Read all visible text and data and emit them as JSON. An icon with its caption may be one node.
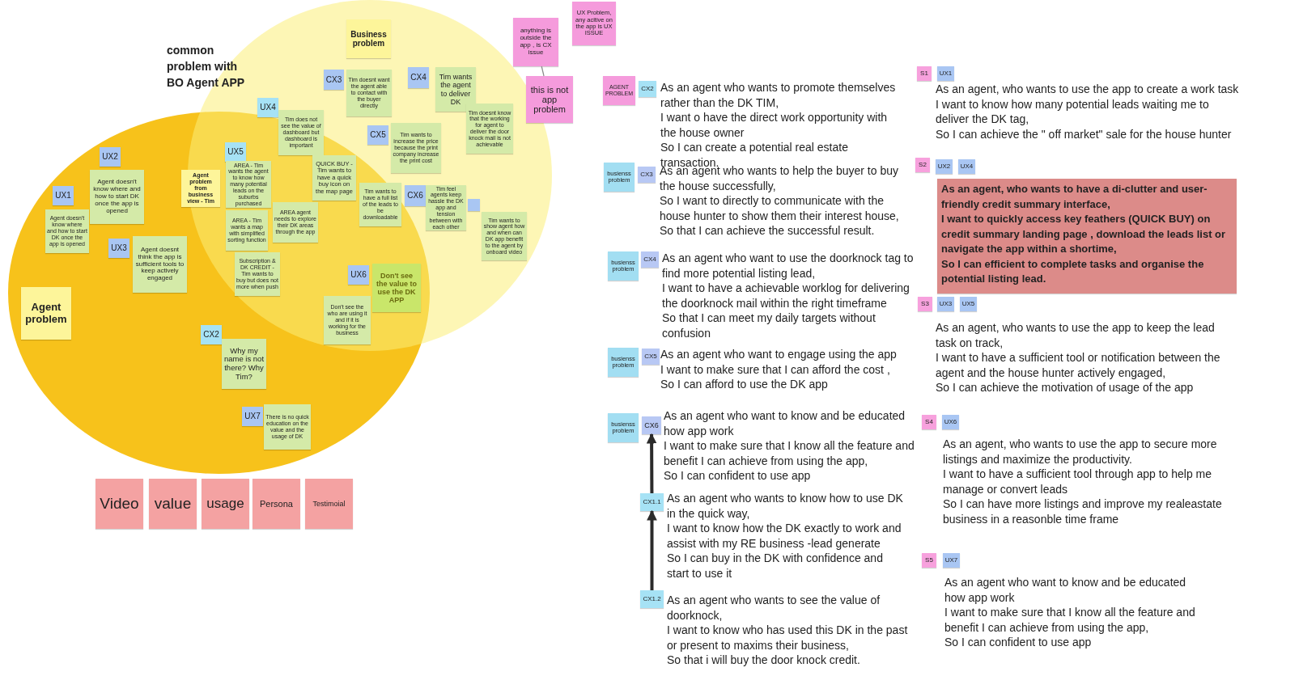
{
  "diagram": {
    "nodes": [
      {
        "text": [],
        "shape": "circle"
      },
      {
        "text": [],
        "shape": "circle"
      },
      {
        "text": [
          "Agent problem"
        ],
        "in": 0
      },
      {
        "text": [
          "UX1"
        ],
        "in": 0
      },
      {
        "text": [
          "Agent doesn't know where and how to start DK once the app is opened"
        ],
        "in": 0
      },
      {
        "text": [
          "UX2"
        ],
        "in": 0
      },
      {
        "text": [
          "Agent doesn't know where and how to start DK once the app is opened"
        ],
        "in": 0
      },
      {
        "text": [
          "UX3"
        ],
        "in": 0
      },
      {
        "text": [
          "Agent doesnt think the app is sufficient tools to keep actively engaged"
        ],
        "in": 0
      },
      {
        "text": [
          "CX2"
        ],
        "in": 0
      },
      {
        "text": [
          "Why my name is not there? Why Tim?"
        ],
        "in": 0
      },
      {
        "text": [
          "UX7"
        ],
        "in": 0
      },
      {
        "text": [
          "There is no quick education on the value and the usage of DK"
        ],
        "in": 0
      },
      {
        "text": [
          "Business problem"
        ],
        "in": 1
      },
      {
        "text": [
          "CX3"
        ],
        "in": 1
      },
      {
        "text": [
          "Tim doesnt want the agent able to contact with the buyer directly"
        ],
        "in": 1
      },
      {
        "text": [
          "CX4"
        ],
        "in": 1
      },
      {
        "text": [
          "Tim wants the agent to deliver DK"
        ],
        "in": 1
      },
      {
        "text": [
          "Tim doesnt know that the working for agent to deliver the door knock mail is not achievable"
        ],
        "in": 1
      },
      {
        "text": [
          "CX5"
        ],
        "in": 1
      },
      {
        "text": [
          "Tim wants to increase the price because the print company increase the print cost"
        ],
        "in": 1
      },
      {
        "text": [
          "CX6"
        ],
        "in": 1
      },
      {
        "text": [
          "Tim feel agents keep hassle the DK app and tension between with each other"
        ],
        "in": 1
      },
      {
        "text": [],
        "shape": "box",
        "in": 1
      },
      {
        "text": [
          "Tim wants to show agent how and when can DK app benefit to the agent by onboard video"
        ],
        "in": 1
      },
      {
        "text": [
          "UX4"
        ],
        "in": 1
      },
      {
        "text": [
          "Tim does not see the value of dashboard but dashboard is important"
        ]
      },
      {
        "text": [
          "Agent problem from business view - Tim"
        ],
        "in": 0
      },
      {
        "text": [
          "UX5"
        ]
      },
      {
        "text": [
          "AREA - Tim wants the agent to know how many potential leads on the suburbs purchased"
        ]
      },
      {
        "text": [
          "AREA - Tim wants a map with simplified sorting function"
        ]
      },
      {
        "text": [
          "AREA agent needs to explore their DK areas through the app"
        ]
      },
      {
        "text": [
          "Subscription & DK CREDIT - Tim wants to buy but does not more when push"
        ]
      },
      {
        "text": [
          "QUICK BUY - Tim wants to have a quick buy icon on the map page"
        ]
      },
      {
        "text": [
          "Tim wants to have a full list of the leads to be downloadable"
        ]
      },
      {
        "text": [
          "UX6"
        ]
      },
      {
        "text": [
          "Don't see the value to use the DK APP"
        ]
      },
      {
        "text": [
          "Don't see the who are using it and if it is working for the business"
        ]
      },
      {
        "text": [
          "anything is outside the app , is CX issue"
        ]
      },
      {
        "text": [
          "this is not app problem"
        ]
      },
      {
        "text": [
          "UX Problem, any acitive on the app is UX ISSUE"
        ]
      },
      {
        "text": [
          "Video"
        ]
      },
      {
        "text": [
          "value"
        ]
      },
      {
        "text": [
          "usage"
        ]
      },
      {
        "text": [
          "Persona"
        ]
      },
      {
        "text": [
          "Testimoial"
        ]
      },
      {
        "text": [
          "AGENT PROBLEM"
        ]
      },
      {
        "text": [
          "CX2"
        ],
        "beside": [
          "As an agent who wants to promote themselves rather than the DK TIM,",
          "I want o have the direct work opportunity with the house owner",
          "So I can create a potential real estate transaction."
        ]
      },
      {
        "text": [
          "busienss problem"
        ]
      },
      {
        "text": [
          "CX3"
        ],
        "beside": [
          "As an agent who wants to help the buyer to buy the house successfully,",
          "So I want to directly to communicate with the house hunter to show them their interest house,",
          "So that I can achieve the successful result."
        ]
      },
      {
        "text": [
          "busienss problem"
        ]
      },
      {
        "text": [
          "CX4"
        ],
        "beside": [
          "As an agent who want to use the doorknock tag to find more potential listing lead,",
          "I want to have a achievable worklog for delivering the doorknock mail within the right timeframe",
          "So that I can meet my daily targets without confusion"
        ]
      },
      {
        "text": [
          "busienss problem"
        ]
      },
      {
        "text": [
          "CX5"
        ],
        "beside": [
          "As an agent who want to engage using the app",
          "I want to make sure that I can afford the cost ,",
          "So I can afford to use the DK app"
        ]
      },
      {
        "text": [
          "busienss problem"
        ]
      },
      {
        "text": [
          "CX6"
        ],
        "beside": [
          "As an agent who want to know and be educated how app work",
          "I want to make sure that I know all the feature and benefit I can achieve from using the app,",
          "So I can confident to use app"
        ]
      },
      {
        "text": [
          "CX1.1"
        ],
        "beside": [
          "As an agent who wants to know how to use DK in the quick way,",
          "I want to know how the DK exactly to work and assist with my RE business -lead generate",
          "So I can buy in the DK with confidence and start to use it"
        ]
      },
      {
        "text": [
          "CX1.2"
        ],
        "beside": [
          "As an agent who wants to see the value of doorknock,",
          "I want to know who has used this DK in the past or present to maxims their business,",
          "So that i will buy the door knock credit."
        ]
      },
      {
        "text": [
          "S1"
        ]
      },
      {
        "text": [
          "UX1"
        ],
        "beside": [
          "As an agent, who wants to use the app to create a work task",
          "I want to know how many potential leads waiting me to deliver the DK tag,",
          "So I can achieve the \" off market\" sale for the house hunter"
        ]
      },
      {
        "text": [
          "S2"
        ]
      },
      {
        "text": [
          "UX2"
        ]
      },
      {
        "text": [
          "UX4"
        ]
      },
      {
        "text": [
          "As an agent, who wants to have a di-clutter and user-friendly credit summary interface,",
          "I want to quickly access key feathers (QUICK BUY) on credit summary landing page , download the leads list or navigate the app within a shortime,",
          "So I can efficient to complete tasks and organise the potential listing lead."
        ]
      },
      {
        "text": [
          "S3"
        ]
      },
      {
        "text": [
          "UX3"
        ]
      },
      {
        "text": [
          "UX5"
        ],
        "beside": [
          "As an agent, who wants to use the app to keep the lead task on track,",
          "I want to have a sufficient tool or notification between the agent and the house hunter actively engaged,",
          "So I can achieve the motivation of usage of the app"
        ]
      },
      {
        "text": [
          "S4"
        ]
      },
      {
        "text": [
          "UX6"
        ],
        "beside": [
          "As an agent, who wants to use the app to secure more listings and maximize the productivity.",
          "I want to have a sufficient tool through app to help me manage or convert leads",
          "So I can have more listings and improve my realeastate business in a reasonble time frame"
        ]
      },
      {
        "text": [
          "S5"
        ]
      },
      {
        "text": [
          "UX7"
        ],
        "beside": [
          "As an agent who want to know and be educated how app work",
          "I want to make sure that I know all the feature and benefit I can achieve from using the app,",
          "So I can confident to use app"
        ]
      }
    ],
    "edges": [
      {
        "from": 38,
        "to": 39,
        "arrow": "none",
        "color": "#888888"
      },
      {
        "from": 56,
        "to": 55,
        "arrow": "to"
      },
      {
        "from": 57,
        "to": 56,
        "arrow": "to"
      }
    ],
    "labels": [
      "common problem with BO Agent APP"
    ]
  }
}
